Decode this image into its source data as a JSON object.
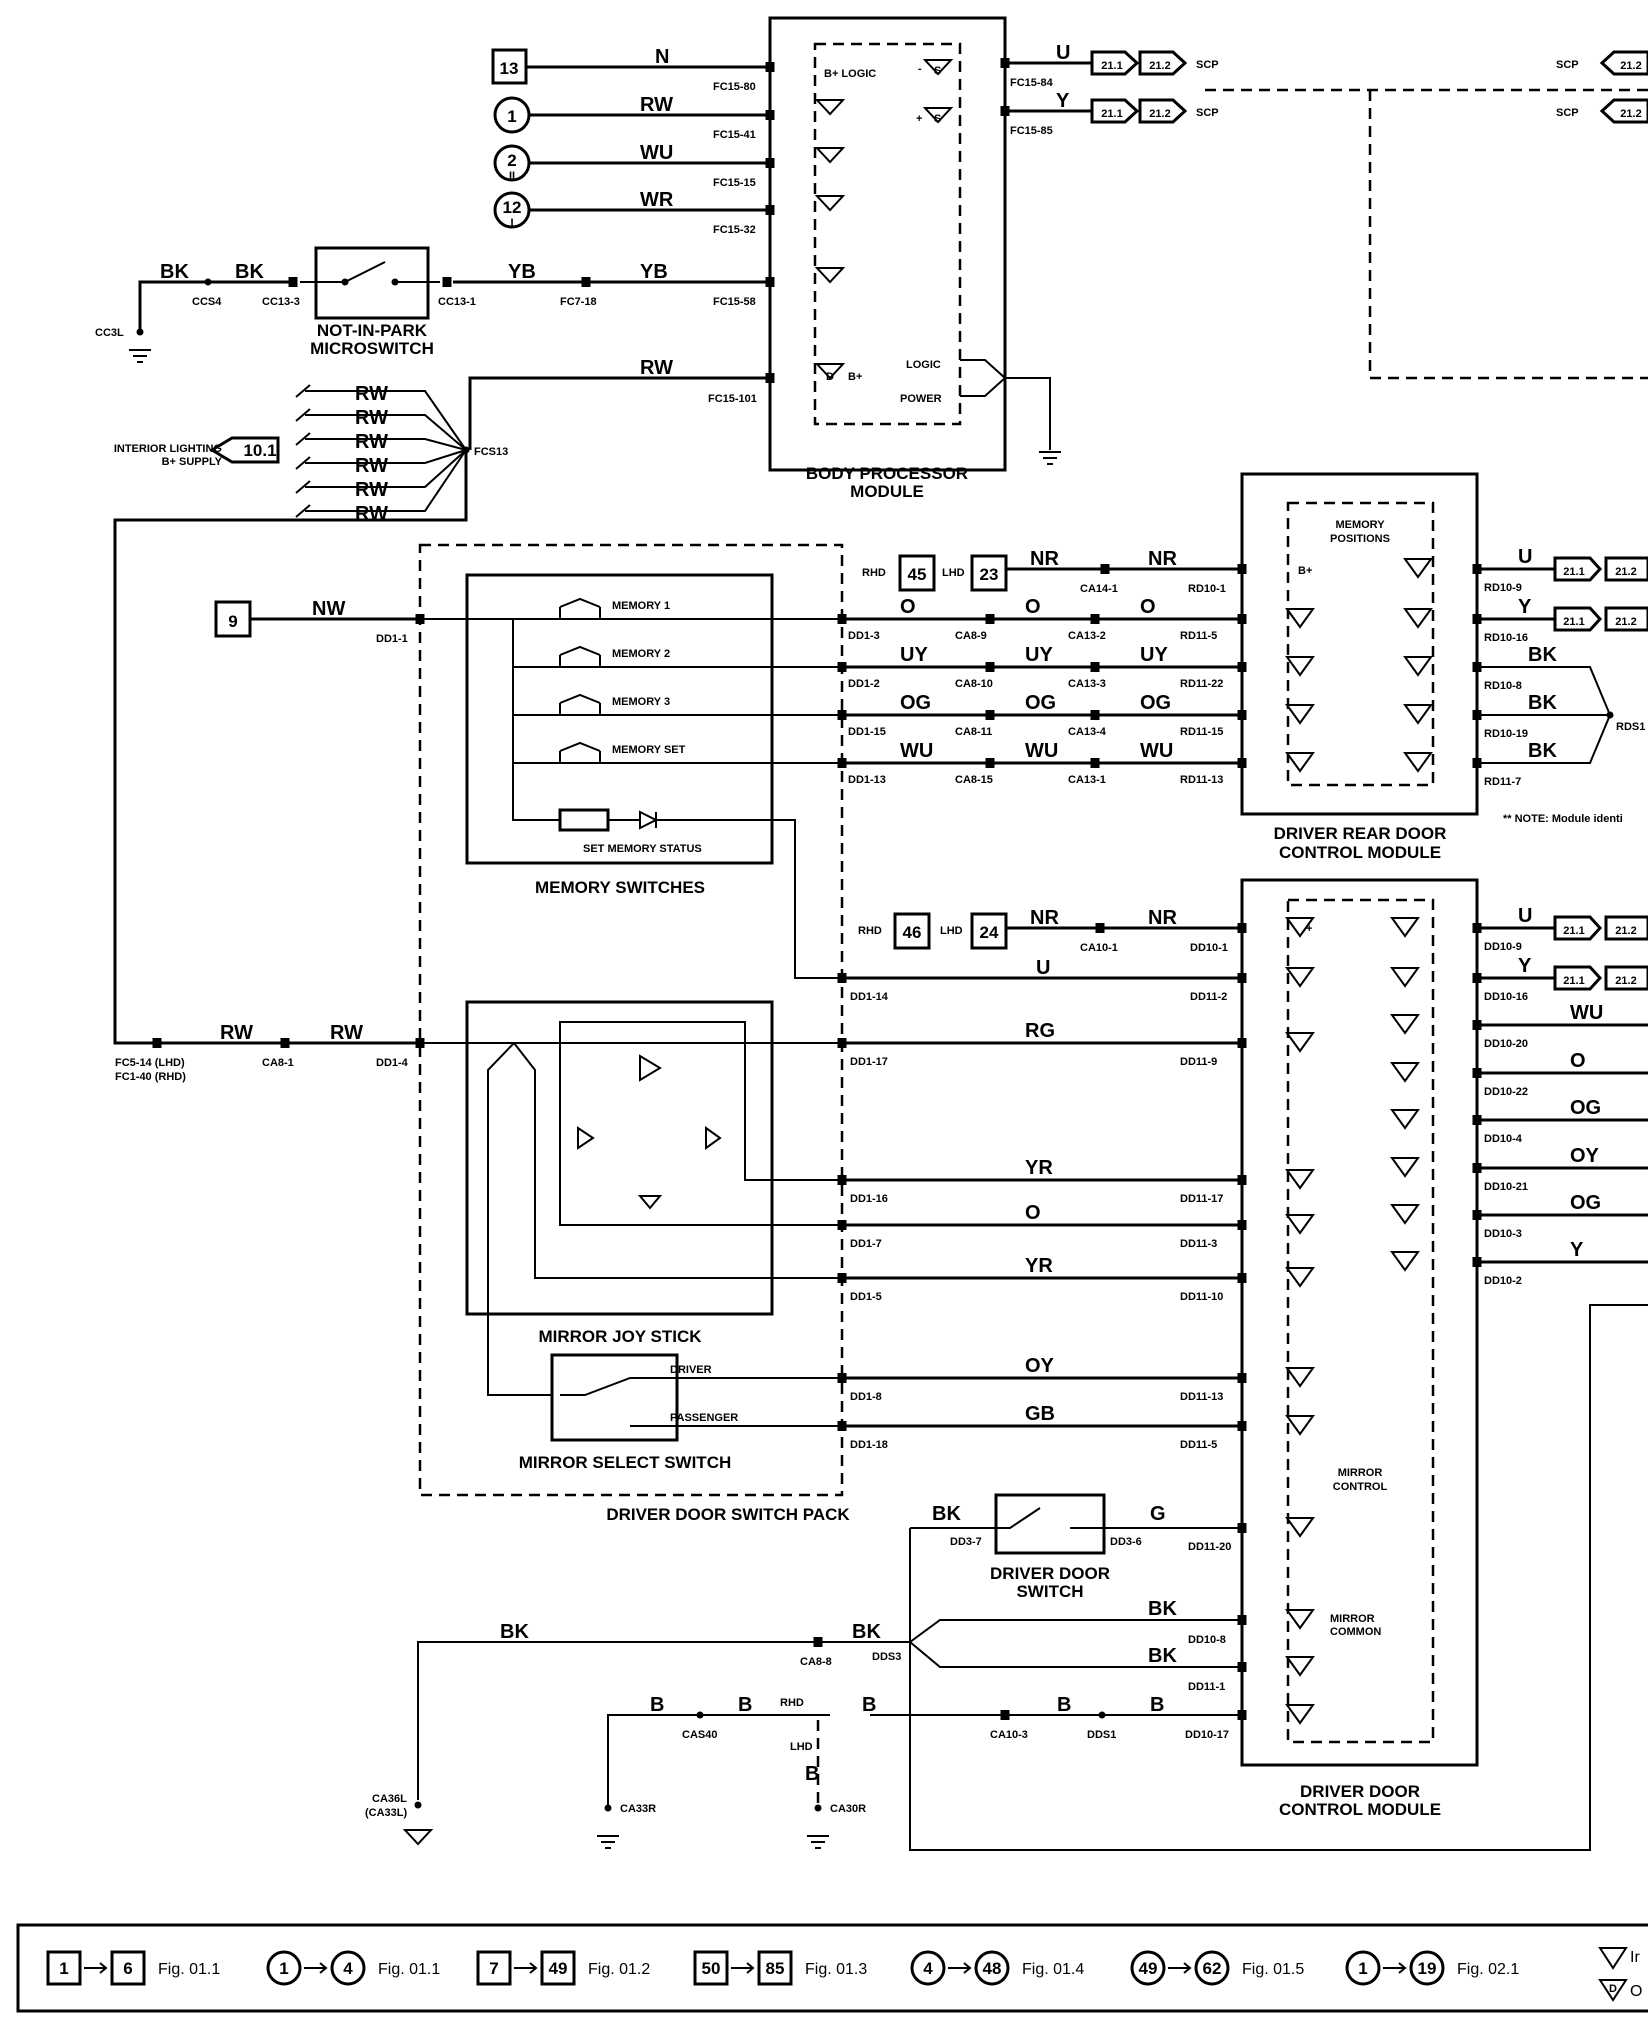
{
  "modules": {
    "bpm": [
      "BODY PROCESSOR",
      "MODULE"
    ],
    "bpm_logic": "B+ LOGIC",
    "bpm_logic2": "LOGIC",
    "bpm_power": "POWER",
    "rear": [
      "DRIVER REAR DOOR",
      "CONTROL MODULE"
    ],
    "memory_positions": [
      "MEMORY",
      "POSITIONS"
    ],
    "front": [
      "DRIVER DOOR",
      "CONTROL MODULE"
    ],
    "mirror_control": [
      "MIRROR",
      "CONTROL"
    ],
    "mirror_common": [
      "MIRROR",
      "COMMON"
    ],
    "bplus": "B+"
  },
  "switches": {
    "not_in_park": [
      "NOT-IN-PARK",
      "MICROSWITCH"
    ],
    "memory_switches": "MEMORY SWITCHES",
    "memory_items": [
      "MEMORY 1",
      "MEMORY 2",
      "MEMORY 3",
      "MEMORY SET"
    ],
    "set_memory_status": "SET MEMORY STATUS",
    "mirror_joystick": "MIRROR JOY STICK",
    "mirror_select": "MIRROR SELECT SWITCH",
    "driver": "DRIVER",
    "passenger": "PASSENGER",
    "door_switch_pack": "DRIVER DOOR SWITCH PACK",
    "driver_door_switch": [
      "DRIVER DOOR",
      "SWITCH"
    ]
  },
  "interior": [
    "INTERIOR LIGHTING",
    "B+ SUPPLY"
  ],
  "interior_ref": "10.1",
  "scp": "SCP",
  "ref_a": "21.1",
  "ref_b": "21.2",
  "rhd": "RHD",
  "lhd": "LHD",
  "note": "** NOTE: Module identi",
  "wire_colors": {
    "N": "N",
    "RW": "RW",
    "WU": "WU",
    "WR": "WR",
    "BK": "BK",
    "YB": "YB",
    "U": "U",
    "Y": "Y",
    "NR": "NR",
    "NW": "NW",
    "O": "O",
    "UY": "UY",
    "OG": "OG",
    "RG": "RG",
    "YR": "YR",
    "OY": "OY",
    "GB": "GB",
    "G": "G",
    "B": "B"
  },
  "bpm_inputs": [
    {
      "ref": "13",
      "wire": "N",
      "pin": "FC15-80"
    },
    {
      "ref": "1",
      "wire": "RW",
      "pin": "FC15-41"
    },
    {
      "ref": "2",
      "wire": "WU",
      "pin": "FC15-15"
    },
    {
      "ref": "12",
      "wire": "WR",
      "pin": "FC15-32"
    }
  ],
  "bpm_outputs": [
    {
      "wire": "U",
      "pin": "FC15-84"
    },
    {
      "wire": "Y",
      "pin": "FC15-85"
    }
  ],
  "connectors": {
    "CC3L": "CC3L",
    "CCS4": "CCS4",
    "CC13_3": "CC13-3",
    "CC13_1": "CC13-1",
    "FC7_18": "FC7-18",
    "FC15_58": "FC15-58",
    "FC15_101": "FC15-101",
    "FCS13": "FCS13",
    "CA14_1": "CA14-1",
    "RD10_1": "RD10-1",
    "DD1_1": "DD1-1",
    "CA10_1": "CA10-1",
    "DD10_1": "DD10-1",
    "DD1_14": "DD1-14",
    "DD11_2": "DD11-2",
    "FC5_14": "FC5-14 (LHD)",
    "FC1_40": "FC1-40 (RHD)",
    "CA8_1": "CA8-1",
    "DD1_4": "DD1-4",
    "DD3_7": "DD3-7",
    "DD3_6": "DD3-6",
    "DD11_20": "DD11-20",
    "CA8_8": "CA8-8",
    "DDS3": "DDS3",
    "DD10_8": "DD10-8",
    "DD11_1": "DD11-1",
    "CAS40": "CAS40",
    "CA10_3": "CA10-3",
    "DDS1": "DDS1",
    "DD10_17": "DD10-17",
    "CA36L": "CA36L",
    "CA33L": "(CA33L)",
    "CA33R": "CA33R",
    "CA30R": "CA30R",
    "RDS1": "RDS1"
  },
  "memory_rows": [
    {
      "wire": "O",
      "a": "DD1-3",
      "b": "CA8-9",
      "c": "CA13-2",
      "d": "RD11-5"
    },
    {
      "wire": "UY",
      "a": "DD1-2",
      "b": "CA8-10",
      "c": "CA13-3",
      "d": "RD11-22"
    },
    {
      "wire": "OG",
      "a": "DD1-15",
      "b": "CA8-11",
      "c": "CA13-4",
      "d": "RD11-15"
    },
    {
      "wire": "WU",
      "a": "DD1-13",
      "b": "CA8-15",
      "c": "CA13-1",
      "d": "RD11-13"
    }
  ],
  "rear_outputs": [
    {
      "wire": "U",
      "pin": "RD10-9"
    },
    {
      "wire": "Y",
      "pin": "RD10-16"
    },
    {
      "wire": "BK",
      "pin": "RD10-8"
    },
    {
      "wire": "BK",
      "pin": "RD10-19"
    },
    {
      "wire": "BK",
      "pin": "RD11-7"
    }
  ],
  "joystick_rows": [
    {
      "wire": "RG",
      "a": "DD1-17",
      "b": "DD11-9"
    },
    {
      "wire": "YR",
      "a": "DD1-16",
      "b": "DD11-17"
    },
    {
      "wire": "O",
      "a": "DD1-7",
      "b": "DD11-3"
    },
    {
      "wire": "YR",
      "a": "DD1-5",
      "b": "DD11-10"
    },
    {
      "wire": "OY",
      "a": "DD1-8",
      "b": "DD11-13"
    },
    {
      "wire": "GB",
      "a": "DD1-18",
      "b": "DD11-5"
    }
  ],
  "front_outputs": [
    {
      "wire": "U",
      "pin": "DD10-9"
    },
    {
      "wire": "Y",
      "pin": "DD10-16"
    },
    {
      "wire": "WU",
      "pin": "DD10-20"
    },
    {
      "wire": "O",
      "pin": "DD10-22"
    },
    {
      "wire": "OG",
      "pin": "DD10-4"
    },
    {
      "wire": "OY",
      "pin": "DD10-21"
    },
    {
      "wire": "OG",
      "pin": "DD10-3"
    },
    {
      "wire": "Y",
      "pin": "DD10-2"
    }
  ],
  "sub": {
    "I": "I",
    "II": "II",
    "E": "E",
    "D": "D",
    "S": "S",
    "ss": "**"
  },
  "legend": [
    {
      "from": "1",
      "to": "6",
      "fig": "Fig. 01.1"
    },
    {
      "from": "1",
      "to": "4",
      "fig": "Fig. 01.1"
    },
    {
      "from": "7",
      "to": "49",
      "fig": "Fig. 01.2"
    },
    {
      "from": "50",
      "to": "85",
      "fig": "Fig. 01.3"
    },
    {
      "from": "4",
      "to": "48",
      "fig": "Fig. 01.4"
    },
    {
      "from": "49",
      "to": "62",
      "fig": "Fig. 01.5"
    },
    {
      "from": "1",
      "to": "19",
      "fig": "Fig. 02.1"
    }
  ],
  "legend_tail": [
    "Ir",
    "O"
  ],
  "legend_sym": "D"
}
